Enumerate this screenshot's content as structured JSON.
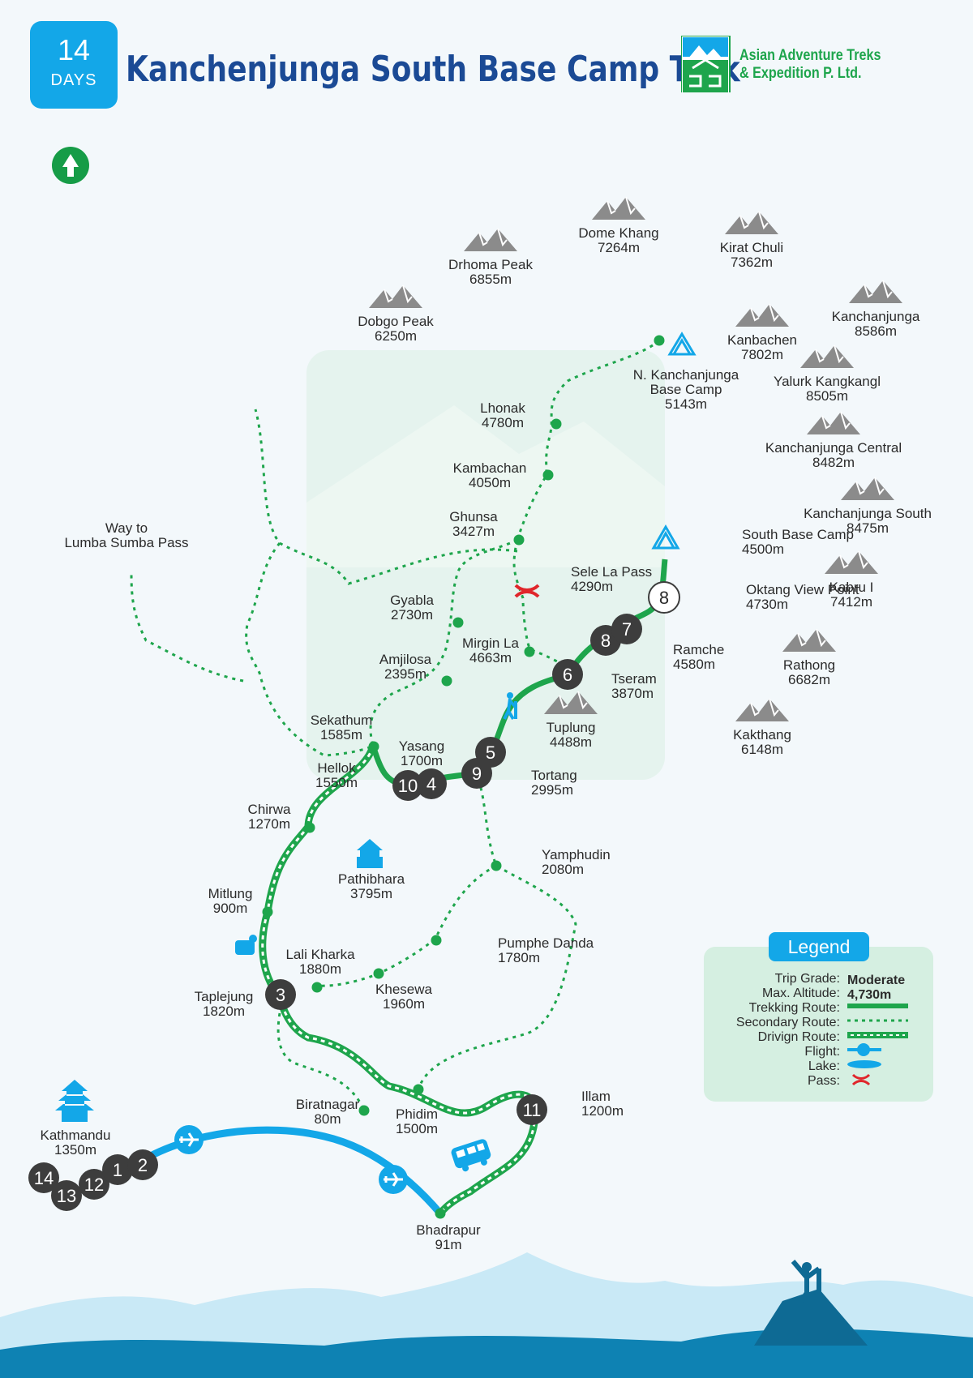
{
  "header": {
    "days_number": "14",
    "days_label": "DAYS",
    "title": "Kanchenjunga South Base Camp Trek",
    "company_line1": "Asian Adventure Treks",
    "company_line2": "& Expedition P. Ltd."
  },
  "colors": {
    "trek": "#1ea54c",
    "flight": "#13a7e8",
    "title": "#1b4a95",
    "day_circle": "#3d3d3d",
    "pass": "#e0262b",
    "legend_bg": "#d5efe1"
  },
  "peaks": [
    {
      "name": "Dome Khang",
      "alt": "7264m"
    },
    {
      "name": "Kirat Chuli",
      "alt": "7362m"
    },
    {
      "name": "Drhoma Peak",
      "alt": "6855m"
    },
    {
      "name": "Dobgo Peak",
      "alt": "6250m"
    },
    {
      "name": "Kanchanjunga",
      "alt": "8586m"
    },
    {
      "name": "Kanbachen",
      "alt": "7802m"
    },
    {
      "name": "Yalurk Kangkangl",
      "alt": "8505m"
    },
    {
      "name": "Kanchanjunga Central",
      "alt": "8482m"
    },
    {
      "name": "Kanchanjunga South",
      "alt": "8475m"
    },
    {
      "name": "Kabru I",
      "alt": "7412m"
    },
    {
      "name": "Rathong",
      "alt": "6682m"
    },
    {
      "name": "Kakthang",
      "alt": "6148m"
    },
    {
      "name": "Tuplung",
      "alt": "4488m"
    }
  ],
  "places": [
    {
      "name": "N. Kanchanjunga",
      "name2": "Base Camp",
      "alt": "5143m"
    },
    {
      "name": "Lhonak",
      "alt": "4780m"
    },
    {
      "name": "Kambachan",
      "alt": "4050m"
    },
    {
      "name": "Ghunsa",
      "alt": "3427m"
    },
    {
      "name": "Sele La Pass",
      "alt": "4290m"
    },
    {
      "name": "South Base Camp",
      "alt": "4500m"
    },
    {
      "name": "Oktang View Point",
      "alt": "4730m"
    },
    {
      "name": "Ramche",
      "alt": "4580m"
    },
    {
      "name": "Tseram",
      "alt": "3870m"
    },
    {
      "name": "Mirgin La",
      "alt": "4663m"
    },
    {
      "name": "Gyabla",
      "alt": "2730m"
    },
    {
      "name": "Amjilosa",
      "alt": "2395m"
    },
    {
      "name": "Sekathum",
      "alt": "1585m"
    },
    {
      "name": "Yasang",
      "alt": "1700m"
    },
    {
      "name": "Hellok",
      "alt": "1550m"
    },
    {
      "name": "Tortang",
      "alt": "2995m"
    },
    {
      "name": "Chirwa",
      "alt": "1270m"
    },
    {
      "name": "Pathibhara",
      "alt": "3795m"
    },
    {
      "name": "Yamphudin",
      "alt": "2080m"
    },
    {
      "name": "Mitlung",
      "alt": "900m"
    },
    {
      "name": "Pumphe Danda",
      "alt": "1780m"
    },
    {
      "name": "Lali Kharka",
      "alt": "1880m"
    },
    {
      "name": "Khesewa",
      "alt": "1960m"
    },
    {
      "name": "Taplejung",
      "alt": "1820m"
    },
    {
      "name": "Biratnagar",
      "alt": "80m"
    },
    {
      "name": "Phidim",
      "alt": "1500m"
    },
    {
      "name": "Illam",
      "alt": "1200m"
    },
    {
      "name": "Kathmandu",
      "alt": "1350m"
    },
    {
      "name": "Bhadrapur",
      "alt": "91m"
    },
    {
      "name": "Way to",
      "alt": "Lumba Sumba Pass"
    }
  ],
  "days": [
    "14",
    "13",
    "12",
    "1",
    "2",
    "3",
    "4",
    "10",
    "5",
    "9",
    "6",
    "8",
    "7",
    "8",
    "11"
  ],
  "legend": {
    "title": "Legend",
    "rows": [
      {
        "label": "Trip Grade:",
        "value": "Moderate"
      },
      {
        "label": "Max. Altitude:",
        "value": "4,730m"
      },
      {
        "label": "Trekking Route:",
        "value": ""
      },
      {
        "label": "Secondary Route:",
        "value": ""
      },
      {
        "label": "Drivign Route:",
        "value": ""
      },
      {
        "label": "Flight:",
        "value": ""
      },
      {
        "label": "Lake:",
        "value": ""
      },
      {
        "label": "Pass:",
        "value": ""
      }
    ]
  }
}
